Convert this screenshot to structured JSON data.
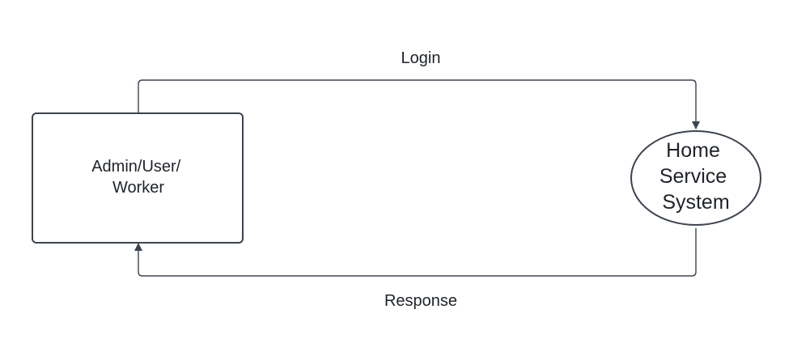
{
  "diagram": {
    "nodes": {
      "actor": {
        "shape": "rectangle",
        "lines": [
          "Admin/User/",
          "Worker"
        ]
      },
      "system": {
        "shape": "ellipse",
        "lines": [
          "Home",
          "Service",
          "System"
        ]
      }
    },
    "edges": {
      "login": {
        "from": "actor",
        "to": "system",
        "label": "Login"
      },
      "response": {
        "from": "system",
        "to": "actor",
        "label": "Response"
      }
    }
  },
  "colors": {
    "stroke": "#3d4350",
    "text": "#1f2329",
    "background": "#ffffff"
  }
}
